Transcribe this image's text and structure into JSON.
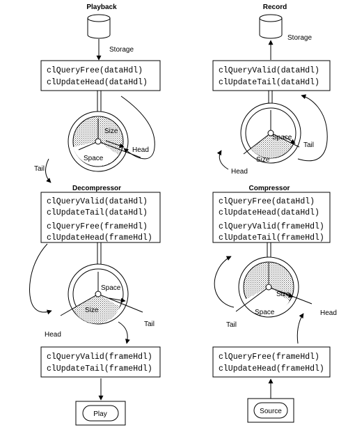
{
  "playback": {
    "title": "Playback",
    "storage_label": "Storage",
    "box1": [
      "clQueryFree(dataHdl)",
      "clUpdateHead(dataHdl)"
    ],
    "ring1": {
      "size": "Size",
      "space": "Space",
      "head": "Head",
      "tail": "Tail"
    },
    "decompressor_title": "Decompressor",
    "box2": [
      "clQueryValid(dataHdl)",
      "clUpdateTail(dataHdl)",
      "clQueryFree(frameHdl)",
      "clUpdateHead(frameHdl)"
    ],
    "ring2": {
      "size": "Size",
      "space": "Space",
      "head": "Head",
      "tail": "Tail"
    },
    "box3": [
      "clQueryValid(frameHdl)",
      "clUpdateTail(frameHdl)"
    ],
    "endpoint": "Play"
  },
  "record": {
    "title": "Record",
    "storage_label": "Storage",
    "box1": [
      "clQueryValid(dataHdl)",
      "clUpdateTail(dataHdl)"
    ],
    "ring1": {
      "size": "Size",
      "space": "Space",
      "head": "Head",
      "tail": "Tail"
    },
    "compressor_title": "Compressor",
    "box2": [
      "clQueryFree(dataHdl)",
      "clUpdateHead(dataHdl)",
      "clQueryValid(frameHdl)",
      "clUpdateTail(frameHdl)"
    ],
    "ring2": {
      "size": "Size",
      "space": "Space",
      "head": "Head",
      "tail": "Tail"
    },
    "box3": [
      "clQueryFree(frameHdl)",
      "clUpdateHead(frameHdl)"
    ],
    "endpoint": "Source"
  }
}
